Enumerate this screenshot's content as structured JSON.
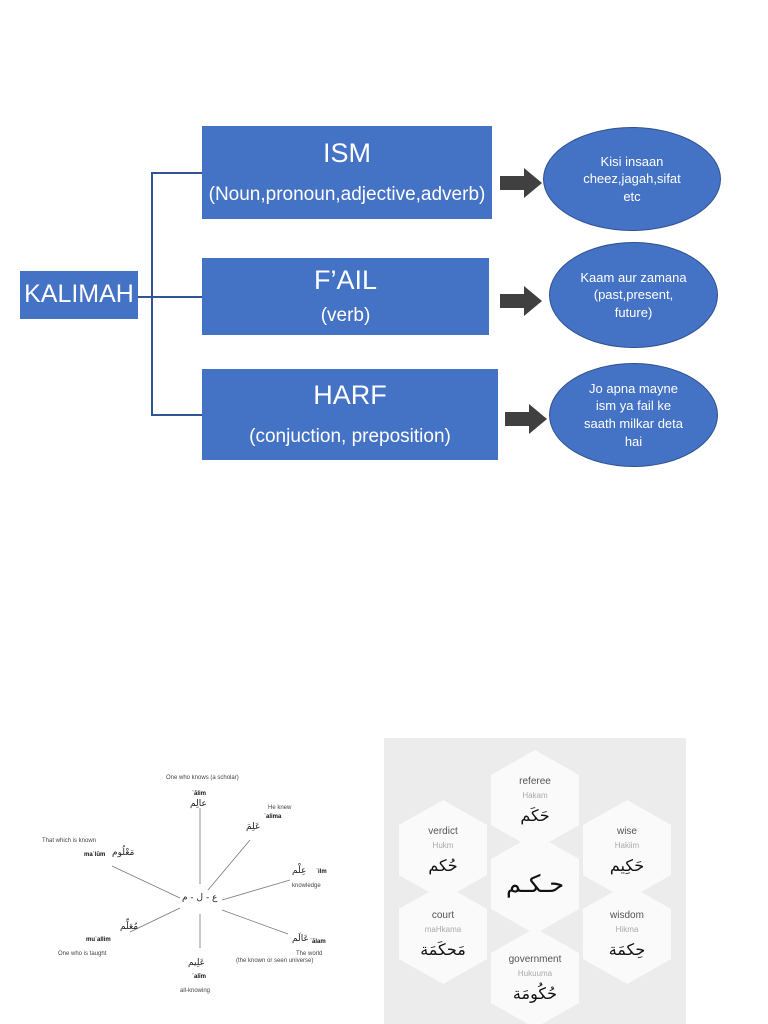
{
  "diagram": {
    "root": "KALIMAH",
    "branches": [
      {
        "title": "ISM",
        "subtitle": "(Noun,pronoun,adjective,adverb)",
        "note_lines": [
          "Kisi insaan",
          "cheez,jagah,sifat",
          "etc"
        ]
      },
      {
        "title": "F’AIL",
        "subtitle": "(verb)",
        "note_lines": [
          "Kaam aur zamana",
          "(past,present,",
          "future)"
        ]
      },
      {
        "title": "HARF",
        "subtitle": "(conjuction, preposition)",
        "note_lines": [
          "Jo apna mayne",
          "ism ya fail ke",
          "saath milkar deta",
          "hai"
        ]
      }
    ],
    "colors": {
      "box": "#4472c4",
      "line": "#2f5597",
      "arrow": "#404040"
    }
  },
  "root_figure": {
    "center": "ع - ل - م",
    "top": {
      "caption": "One who knows (a scholar)",
      "translit": "ʿālim",
      "arabic": "عالِم"
    },
    "upper_right": {
      "caption": "He knew",
      "translit": "ʿalima",
      "arabic": "عَلِمَ"
    },
    "right": {
      "arabic": "عِلْم",
      "translit": "ʿilm",
      "caption": "knowledge"
    },
    "lower_right": {
      "arabic": "عَالَم",
      "translit": "ʿālam",
      "caption_lines": [
        "The world",
        "(the known or seen universe)"
      ]
    },
    "bottom": {
      "arabic": "عَلِيم",
      "translit": "ʿalīm",
      "caption": "all-knowing"
    },
    "lower_left": {
      "arabic": "مُعَلِّم",
      "translit": "muʿallim",
      "caption": "One who is taught"
    },
    "left": {
      "caption": "That which is known",
      "translit": "maʿlūm",
      "arabic": "مَعْلُوم"
    }
  },
  "hex_figure": {
    "center": "حـكـم",
    "cells": [
      {
        "english": "referee",
        "translit": "Hakam",
        "arabic": "حَكَم"
      },
      {
        "english": "verdict",
        "translit": "Hukm",
        "arabic": "حُكم"
      },
      {
        "english": "wise",
        "translit": "Hakiim",
        "arabic": "حَكِيم"
      },
      {
        "english": "court",
        "translit": "maHkama",
        "arabic": "مَحكَمَة"
      },
      {
        "english": "wisdom",
        "translit": "Hikma",
        "arabic": "حِكمَة"
      },
      {
        "english": "government",
        "translit": "Hukuuma",
        "arabic": "حُكُومَة"
      }
    ]
  }
}
